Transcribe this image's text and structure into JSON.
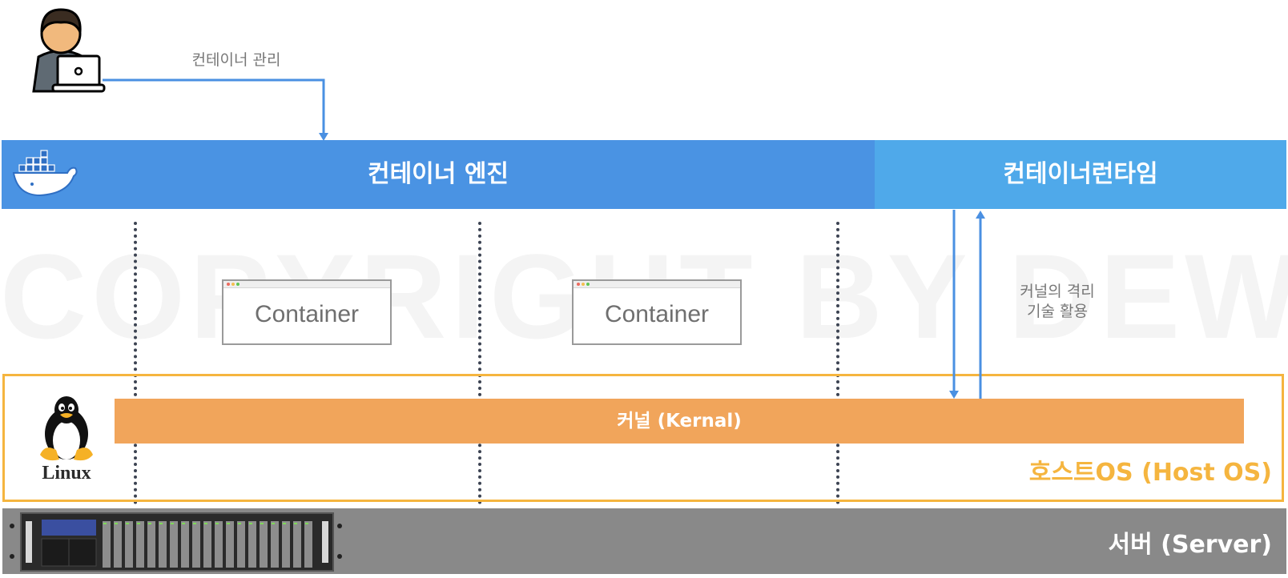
{
  "diagram": {
    "watermark": "COPYRIGHT BY DEWIKI",
    "management_label": "컨테이너 관리",
    "engine_title": "컨테이너 엔진",
    "runtime_title": "컨테이너런타임",
    "containers": [
      {
        "label": "Container"
      },
      {
        "label": "Container"
      }
    ],
    "isolation_label_line1": "커널의 격리",
    "isolation_label_line2": "기술 활용",
    "kernel_label": "커널 (Kernal)",
    "hostos_label": "호스트OS (Host OS)",
    "linux_label": "Linux",
    "server_label": "서버 (Server)"
  },
  "colors": {
    "engine": "#4a93e3",
    "runtime": "#4fa9ea",
    "kernel": "#f1a55b",
    "hostos_border": "#f5b53f",
    "server": "#898989",
    "arrow": "#4a90e2"
  },
  "icons": [
    "user-laptop-icon",
    "docker-whale-icon",
    "linux-tux-icon",
    "server-rack-icon"
  ]
}
